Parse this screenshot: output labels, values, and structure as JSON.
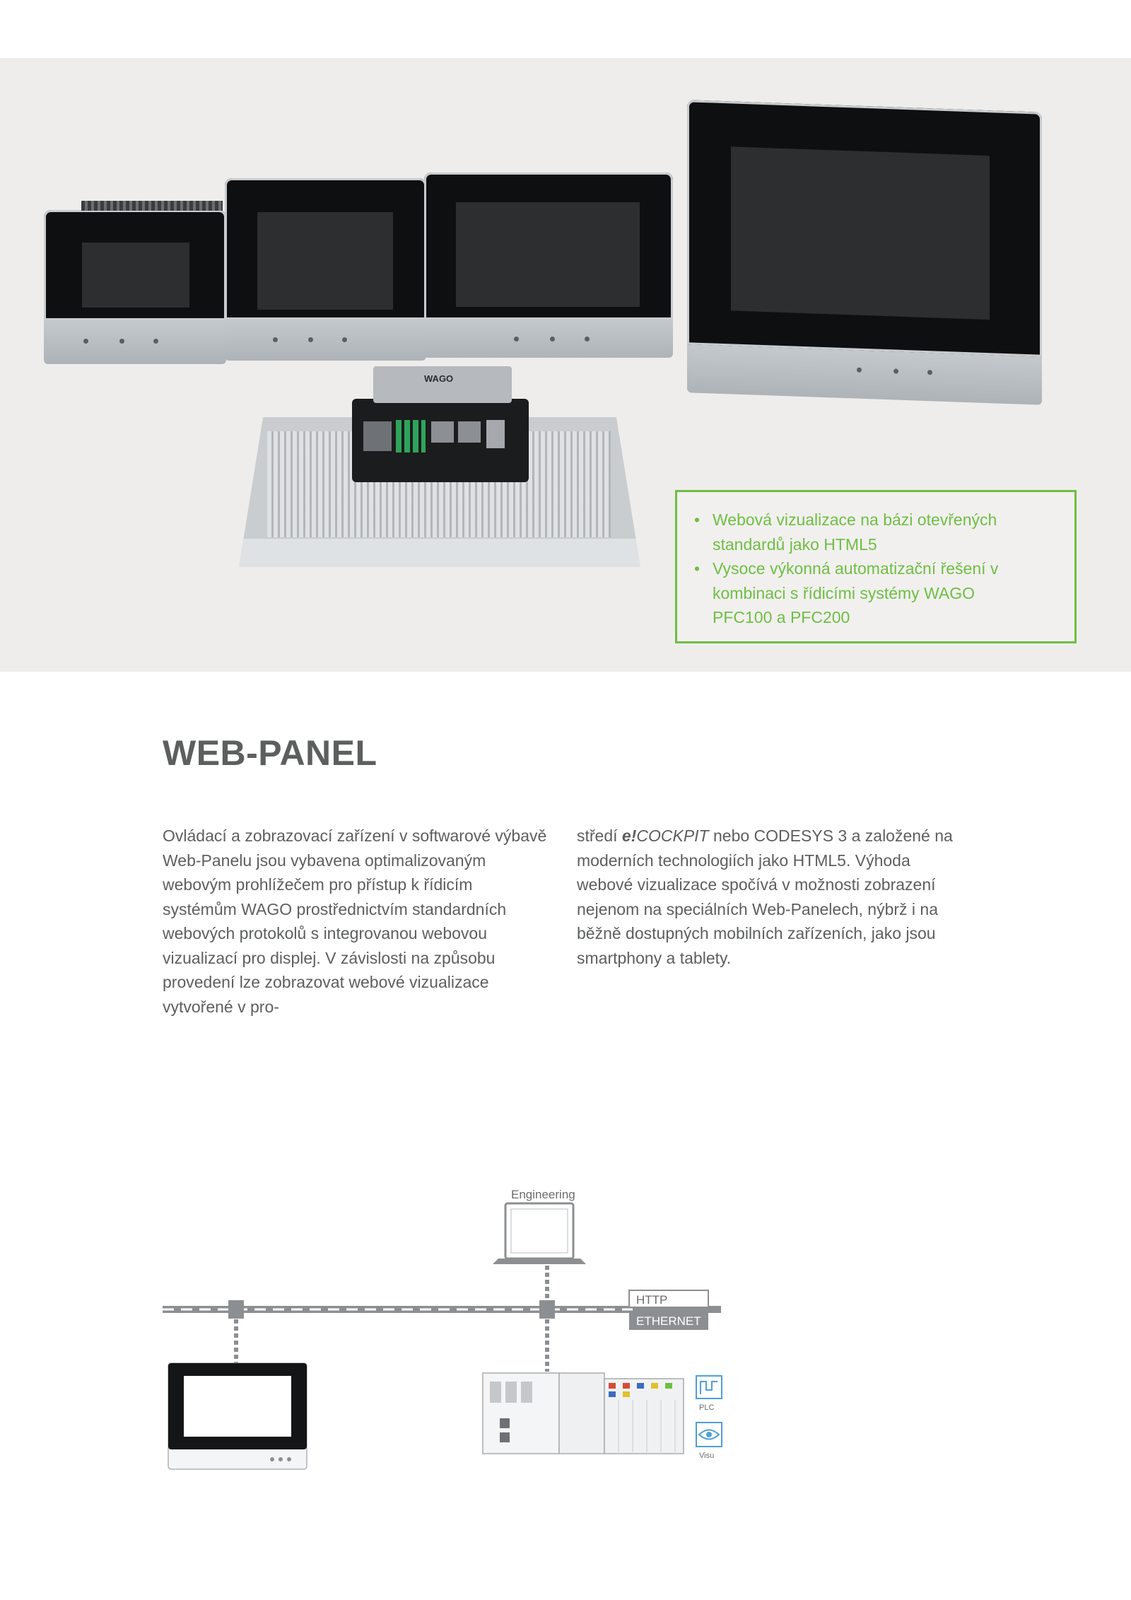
{
  "callout": {
    "items": [
      "Webová vizualizace na bázi otevřených standardů jako HTML5",
      "Vysoce výkonná automatizační řešení v kombinaci s řídicími systémy WAGO PFC100 a PFC200"
    ],
    "accent": "#6fbe44"
  },
  "heading": "WEB-PANEL",
  "body": {
    "col1": "Ovládací a zobrazovací zařízení v softwarové výbavě Web-Panelu jsou vybavena optimalizovaným webovým prohlížečem pro přístup k řídicím systémům WAGO prostřednictvím standardních webových protokolů s integrovanou webovou vizualizací pro displej. V závislosti na způsobu provedení lze zobrazovat webové vizualizace vytvořené v pro-",
    "col2_prefix": "středí ",
    "col2_brand_bold": "e!",
    "col2_brand_italic": "COCKPIT",
    "col2_rest": " nebo CODESYS 3 a založené na moderních technologiích jako HTML5. Výhoda webové vizualizace spočívá v možnosti zobrazení nejenom na speciálních Web-Panelech, nýbrž i na běžně dostupných mobilních zařízeních, jako jsou smartphony a tablety."
  },
  "diagram": {
    "engineering_label": "Engineering",
    "http_label": "HTTP",
    "ethernet_label": "ETHERNET",
    "plc_label": "PLC",
    "visu_label": "Visu",
    "device_logo": "WAGO"
  }
}
